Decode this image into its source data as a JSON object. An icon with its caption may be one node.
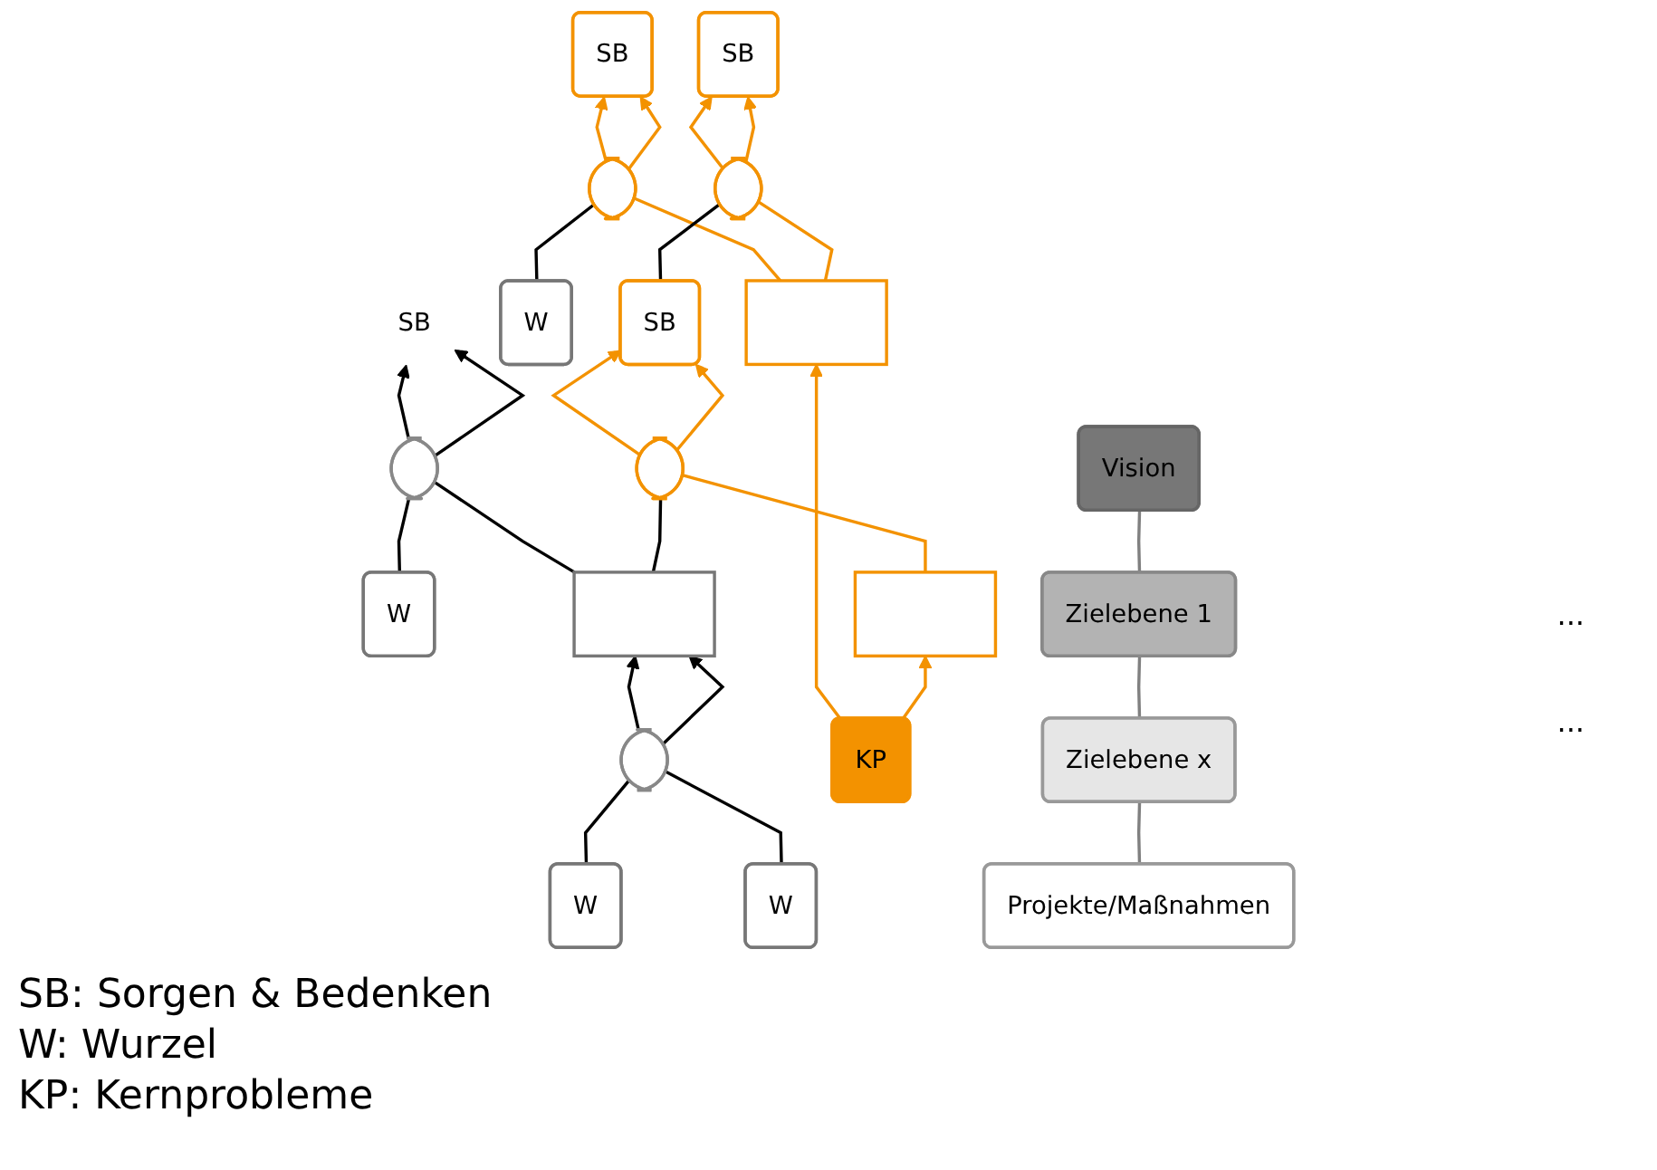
{
  "diagram": {
    "nodes": [
      {
        "text": [
          "SB"
        ]
      },
      {
        "text": [
          "SB"
        ]
      },
      {
        "text": [
          "SB"
        ]
      },
      {
        "text": [],
        "shape": "ellipse"
      },
      {
        "text": [],
        "shape": "ellipse"
      },
      {
        "text": [
          "W"
        ]
      },
      {
        "text": [],
        "shape": "box"
      },
      {
        "text": [
          "SB"
        ]
      },
      {
        "text": [],
        "shape": "ellipse"
      },
      {
        "text": [
          "W"
        ]
      },
      {
        "text": [],
        "shape": "ellipse"
      },
      {
        "text": [],
        "shape": "box"
      },
      {
        "text": [],
        "shape": "box"
      },
      {
        "text": [],
        "shape": "ellipse"
      },
      {
        "text": [
          "W"
        ]
      },
      {
        "text": [
          "W"
        ]
      },
      {
        "text": [
          "KP"
        ]
      },
      {
        "text": [
          "Vision"
        ]
      },
      {
        "text": [
          "Zielebene 1"
        ]
      },
      {
        "text": [
          "Zielebene x"
        ]
      },
      {
        "text": [
          "Projekte/Maßnahmen"
        ]
      }
    ],
    "edges": [
      {
        "from": 3,
        "to": 0,
        "arrow": "to",
        "color": "#f39200"
      },
      {
        "from": 3,
        "to": 0,
        "arrow": "to",
        "color": "#f39200"
      },
      {
        "from": 4,
        "to": 1,
        "arrow": "to",
        "color": "#f39200"
      },
      {
        "from": 4,
        "to": 1,
        "arrow": "to",
        "color": "#f39200"
      },
      {
        "from": 8,
        "to": 2,
        "arrow": "to",
        "color": "#000000"
      },
      {
        "from": 8,
        "to": 2,
        "arrow": "to",
        "color": "#000000"
      },
      {
        "from": 5,
        "to": 3,
        "arrow": "none",
        "color": "#000000"
      },
      {
        "from": 6,
        "to": 3,
        "arrow": "none",
        "color": "#f39200"
      },
      {
        "from": 6,
        "to": 4,
        "arrow": "none",
        "color": "#f39200"
      },
      {
        "from": 7,
        "to": 4,
        "arrow": "none",
        "color": "#000000"
      },
      {
        "from": 10,
        "to": 7,
        "arrow": "to",
        "color": "#f39200"
      },
      {
        "from": 10,
        "to": 7,
        "arrow": "to",
        "color": "#f39200"
      },
      {
        "from": 12,
        "to": 8,
        "arrow": "none",
        "color": "#000000"
      },
      {
        "from": 9,
        "to": 8,
        "arrow": "none",
        "color": "#000000"
      },
      {
        "from": 11,
        "to": 10,
        "arrow": "none",
        "color": "#f39200"
      },
      {
        "from": 12,
        "to": 10,
        "arrow": "none",
        "color": "#000000"
      },
      {
        "from": 13,
        "to": 12,
        "arrow": "to",
        "color": "#000000"
      },
      {
        "from": 13,
        "to": 12,
        "arrow": "to",
        "color": "#000000"
      },
      {
        "from": 14,
        "to": 13,
        "arrow": "none",
        "color": "#000000"
      },
      {
        "from": 15,
        "to": 13,
        "arrow": "none",
        "color": "#000000"
      },
      {
        "from": 16,
        "to": 6,
        "arrow": "to",
        "color": "#f39200"
      },
      {
        "from": 16,
        "to": 11,
        "arrow": "to",
        "color": "#f39200"
      },
      {
        "from": 18,
        "to": 17,
        "arrow": "none",
        "color": "#808080"
      },
      {
        "from": 19,
        "to": 18,
        "arrow": "none",
        "color": "#808080"
      },
      {
        "from": 20,
        "to": 19,
        "arrow": "none",
        "color": "#808080"
      }
    ],
    "labels": [
      "...",
      "...",
      "SB: Sorgen & Bedenken",
      "W: Wurzel",
      "KP: Kernprobleme"
    ]
  }
}
